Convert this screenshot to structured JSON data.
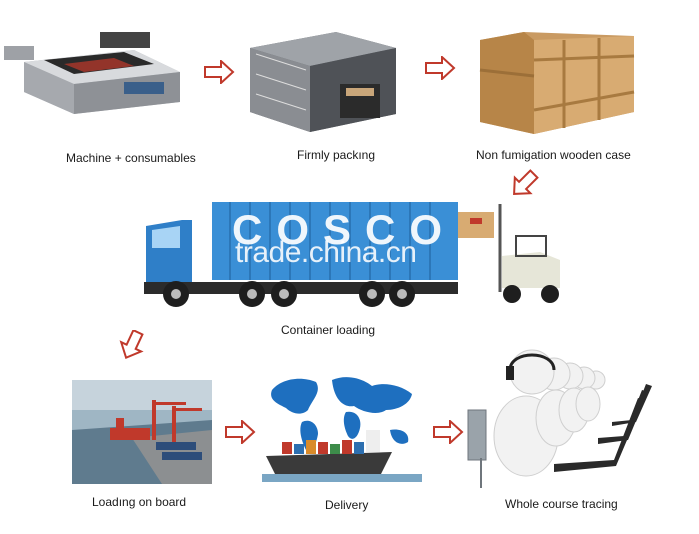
{
  "steps": [
    {
      "caption": "Machine + consumables"
    },
    {
      "caption": "Firmly packıng"
    },
    {
      "caption": "Non fumigation wooden case"
    },
    {
      "caption": "Container loading"
    },
    {
      "caption": "Loadıng on board"
    },
    {
      "caption": "Delivery"
    },
    {
      "caption": "Whole course tracing"
    }
  ],
  "truck": {
    "container_text": "COSCO"
  },
  "watermark": "trade.china.cn",
  "colors": {
    "arrow": "#c0392b",
    "container": "#3a8fd6",
    "map": "#1e6fbf",
    "wood": "#c99a62"
  }
}
